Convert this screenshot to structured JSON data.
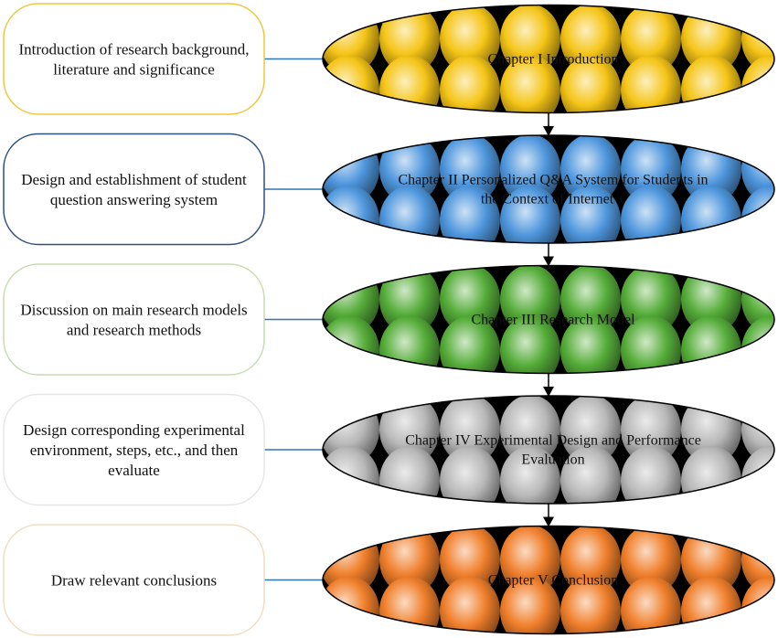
{
  "steps": [
    {
      "description": [
        "Introduction of research background,",
        "literature and significance"
      ],
      "chapter": [
        "Chapter I Introduction"
      ],
      "color": "#f5c518",
      "border": "#f0c53a"
    },
    {
      "description": [
        "Design and establishment of student",
        "question answering system"
      ],
      "chapter": [
        "Chapter II Personalized Q&A System for Students in",
        "the Context of Internet +"
      ],
      "color": "#4f97dd",
      "border": "#2f4f7f"
    },
    {
      "description": [
        "Discussion on main research models",
        "and research methods"
      ],
      "chapter": [
        "Chapter III Research Model"
      ],
      "color": "#56ad3a",
      "border": "#c9dcb0"
    },
    {
      "description": [
        "Design corresponding experimental",
        "environment, steps, etc., and then",
        "evaluate"
      ],
      "chapter": [
        "Chapter IV Experimental Design and Performance",
        "Evaluation"
      ],
      "color": "#b8b8b8",
      "border": "#e6e6e6"
    },
    {
      "description": [
        "Draw relevant conclusions"
      ],
      "chapter": [
        "Chapter V Conclusion"
      ],
      "color": "#f07f2c",
      "border": "#f3dcc0"
    }
  ],
  "connector_color": "#2e75b6",
  "arrow_color": "#000000"
}
